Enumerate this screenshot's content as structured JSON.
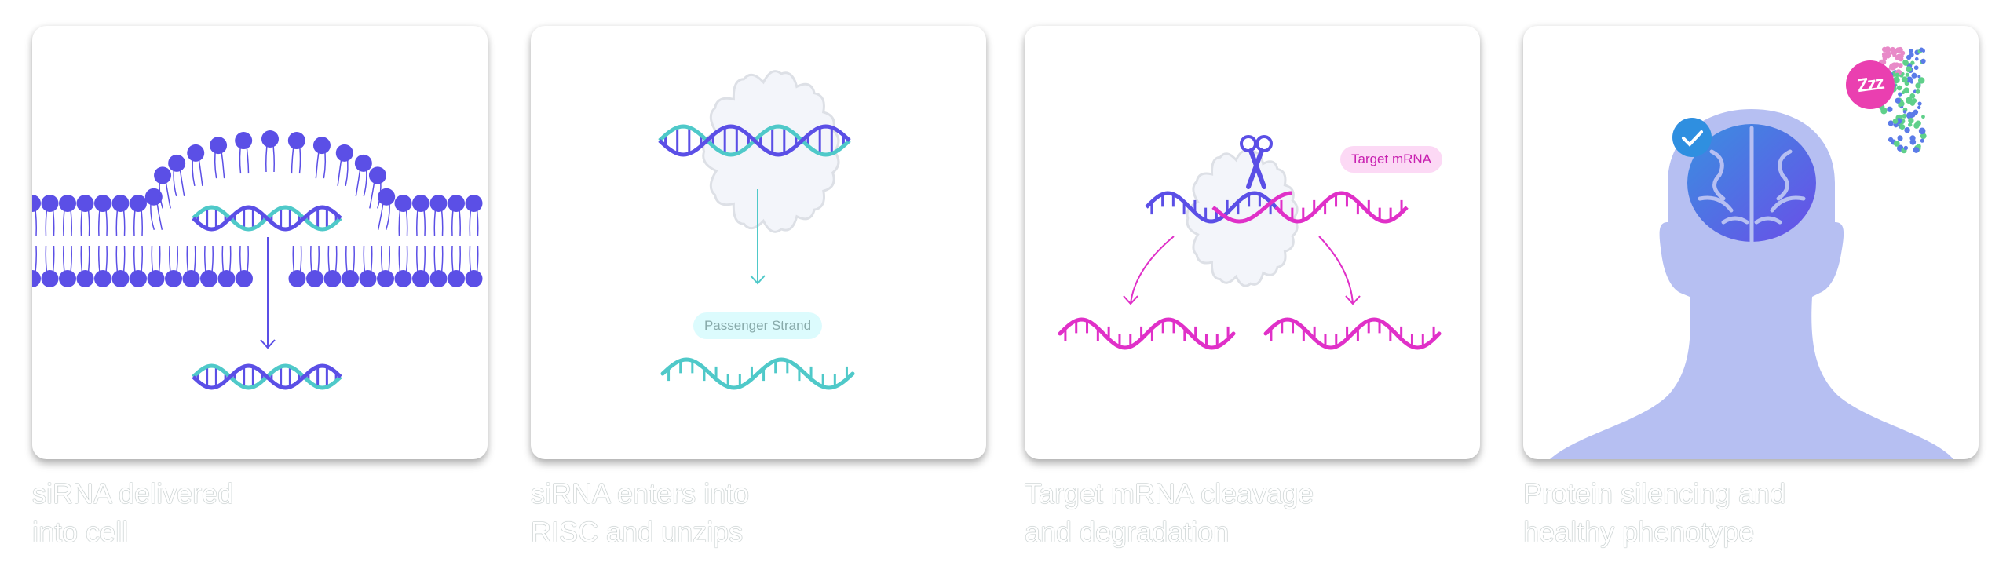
{
  "colors": {
    "purple": "#5b4fe6",
    "teal": "#4fc9c9",
    "magenta": "#e030c8",
    "cloud": "#f3f5fa",
    "head": "#b6bff2",
    "check": "#2f8fe0",
    "zzz": "#ea3fb0"
  },
  "steps": [
    {
      "caption_line1": "siRNA delivered",
      "caption_line2": "into cell"
    },
    {
      "caption_line1": "siRNA enters into",
      "caption_line2": "RISC and unzips",
      "label": "Passenger Strand"
    },
    {
      "caption_line1": "Target mRNA cleavage",
      "caption_line2": "and degradation",
      "label": "Target mRNA"
    },
    {
      "caption_line1": "Protein silencing and",
      "caption_line2": "healthy phenotype",
      "zzz": "Zzz"
    }
  ]
}
